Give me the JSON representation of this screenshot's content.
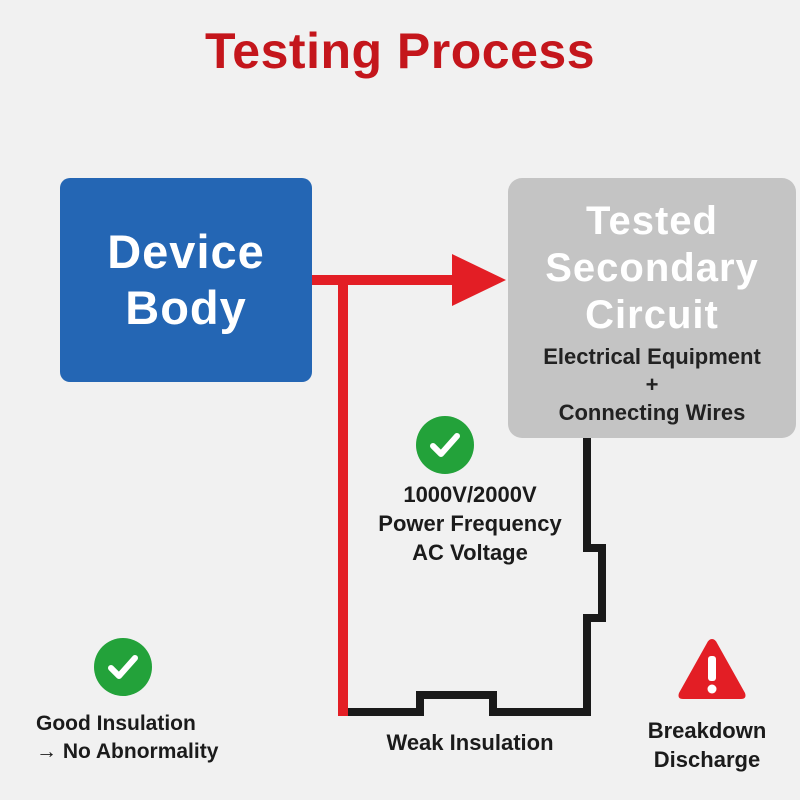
{
  "title": "Testing Process",
  "device_body": {
    "line1": "Device",
    "line2": "Body"
  },
  "tested_circuit": {
    "line1": "Tested",
    "line2": "Secondary",
    "line3": "Circuit",
    "sub1": "Electrical Equipment",
    "sub2": "+",
    "sub3": "Connecting Wires"
  },
  "voltage": {
    "line1": "1000V/2000V",
    "line2": "Power Frequency",
    "line3": "AC Voltage",
    "icon": "check-icon"
  },
  "good_insulation": {
    "line1": "Good Insulation",
    "line2": "→ No Abnormality",
    "icon": "check-icon"
  },
  "weak_insulation": "Weak Insulation",
  "breakdown": {
    "line1": "Breakdown",
    "line2": "Discharge",
    "icon": "warning-icon"
  },
  "colors": {
    "title_red": "#c4161c",
    "device_blue": "#2466b4",
    "tested_gray": "#c4c4c4",
    "arrow_red": "#e31e25",
    "wire_black": "#1a1a1a",
    "check_green": "#23a23a",
    "warning_red": "#e31e25"
  }
}
